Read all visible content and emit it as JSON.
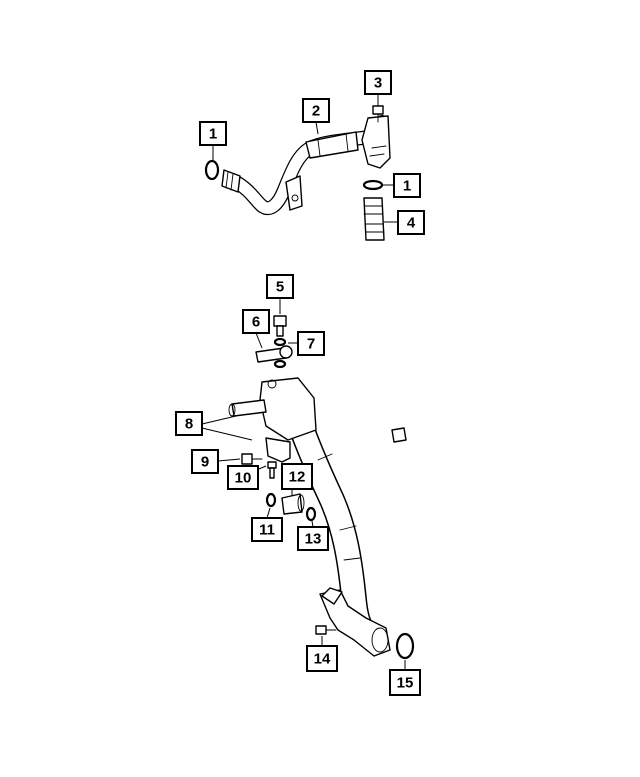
{
  "callouts": [
    {
      "id": "c1a",
      "label": "1"
    },
    {
      "id": "c2",
      "label": "2"
    },
    {
      "id": "c3",
      "label": "3"
    },
    {
      "id": "c1b",
      "label": "1"
    },
    {
      "id": "c4",
      "label": "4"
    },
    {
      "id": "c5",
      "label": "5"
    },
    {
      "id": "c6",
      "label": "6"
    },
    {
      "id": "c7",
      "label": "7"
    },
    {
      "id": "c8",
      "label": "8"
    },
    {
      "id": "c9",
      "label": "9"
    },
    {
      "id": "c10",
      "label": "10"
    },
    {
      "id": "c11",
      "label": "11"
    },
    {
      "id": "c12",
      "label": "12"
    },
    {
      "id": "c13",
      "label": "13"
    },
    {
      "id": "c14",
      "label": "14"
    },
    {
      "id": "c15",
      "label": "15"
    }
  ],
  "colors": {
    "line": "#000000",
    "background": "#ffffff"
  }
}
